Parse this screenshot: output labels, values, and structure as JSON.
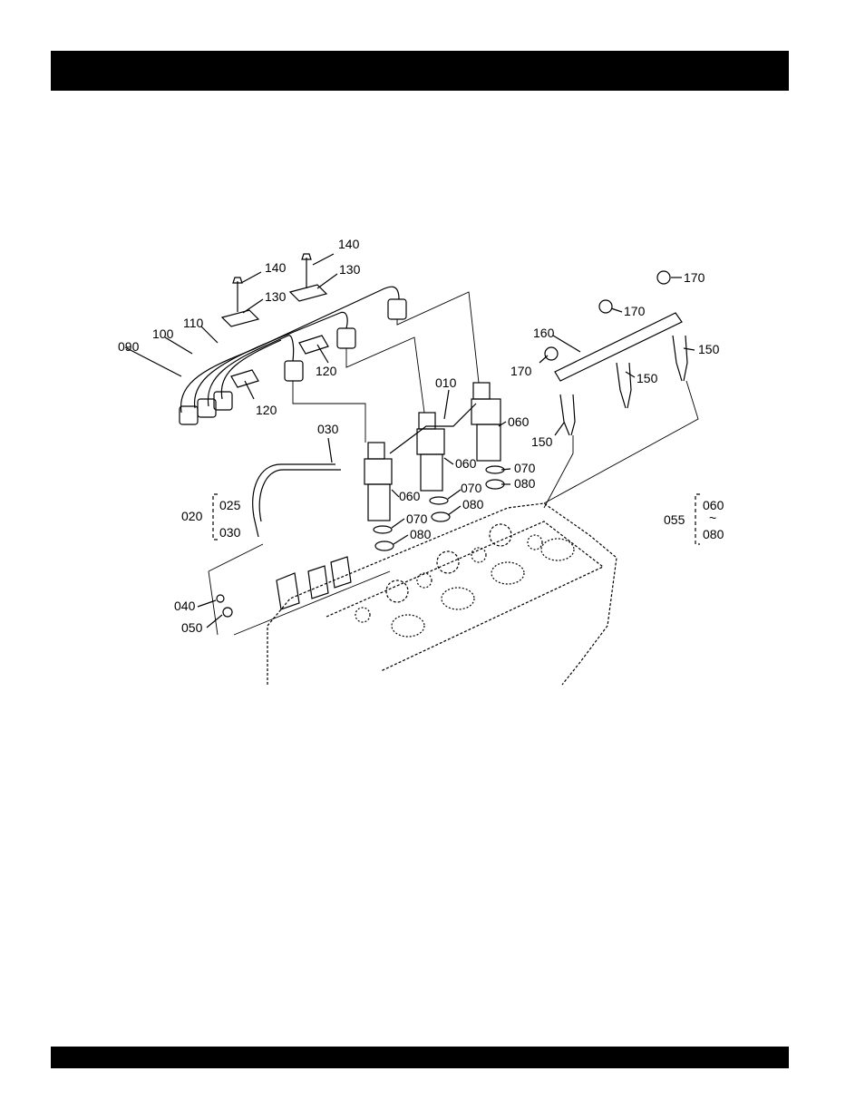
{
  "labels": {
    "l010": "010",
    "l020": "020",
    "l025": "025",
    "l030a": "030",
    "l030b": "030",
    "l040": "040",
    "l050": "050",
    "l055": "055",
    "l060a": "060",
    "l060b": "060",
    "l060c": "060",
    "l060d": "060",
    "l070a": "070",
    "l070b": "070",
    "l070c": "070",
    "l080a": "080",
    "l080b": "080",
    "l080c": "080",
    "l080d": "080",
    "l090": "090",
    "l100": "100",
    "l110": "110",
    "l120a": "120",
    "l120b": "120",
    "l130a": "130",
    "l130b": "130",
    "l140a": "140",
    "l140b": "140",
    "l150a": "150",
    "l150b": "150",
    "l150c": "150",
    "l160": "160",
    "l170a": "170",
    "l170b": "170",
    "l170c": "170",
    "tilde": "~"
  }
}
